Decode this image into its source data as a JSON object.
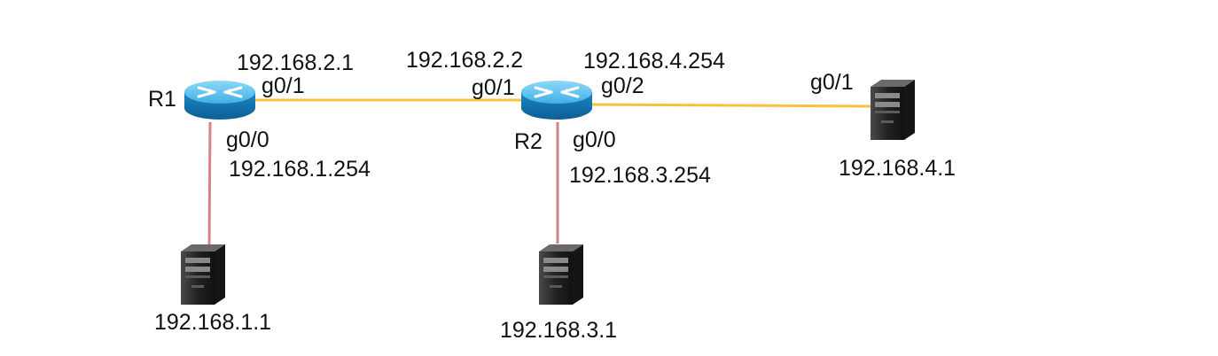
{
  "colors": {
    "background": "#ffffff",
    "ethernet_link": "#f5c23a",
    "access_link": "#d98282",
    "router_body": "#1f95d1",
    "router_top": "#5fc3ee",
    "server_body": "#262626",
    "text": "#111111"
  },
  "nodes": {
    "r1": {
      "name": "R1",
      "icon": "router-icon"
    },
    "r2": {
      "name": "R2",
      "icon": "router-icon"
    },
    "pc1": {
      "ip": "192.168.1.1",
      "icon": "server-icon"
    },
    "pc3": {
      "ip": "192.168.3.1",
      "icon": "server-icon"
    },
    "pc4": {
      "ip": "192.168.4.1",
      "icon": "server-icon"
    }
  },
  "interfaces": {
    "r1_g0_1": {
      "port": "g0/1",
      "ip": "192.168.2.1"
    },
    "r1_g0_0": {
      "port": "g0/0",
      "ip": "192.168.1.254"
    },
    "r2_g0_1": {
      "port": "g0/1",
      "ip": "192.168.2.2"
    },
    "r2_g0_2": {
      "port": "g0/2",
      "ip": "192.168.4.254"
    },
    "r2_g0_0": {
      "port": "g0/0",
      "ip": "192.168.3.254"
    },
    "pc4_g0_1": {
      "port": "g0/1"
    }
  }
}
